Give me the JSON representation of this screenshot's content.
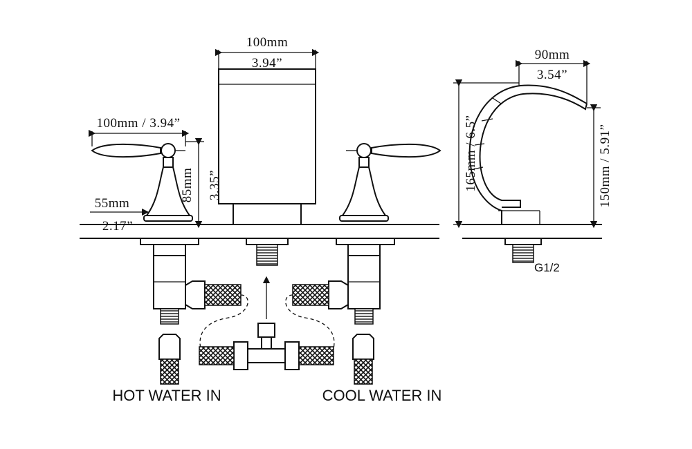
{
  "dimensions": {
    "spout_width_mm": "100mm",
    "spout_width_in": "3.94”",
    "spread_mm_in": "100mm / 3.94”",
    "handle_height_mm": "85mm",
    "handle_height_in": "3.35”",
    "base_width_mm": "55mm",
    "base_width_in": "2.17”",
    "reach_mm": "90mm",
    "reach_in": "3.54”",
    "spout_height": "165mm / 6.5”",
    "outlet_height": "150mm / 5.91”"
  },
  "labels": {
    "thread": "G1/2",
    "hot_inlet": "HOT WATER IN",
    "cool_inlet": "COOL WATER IN"
  }
}
